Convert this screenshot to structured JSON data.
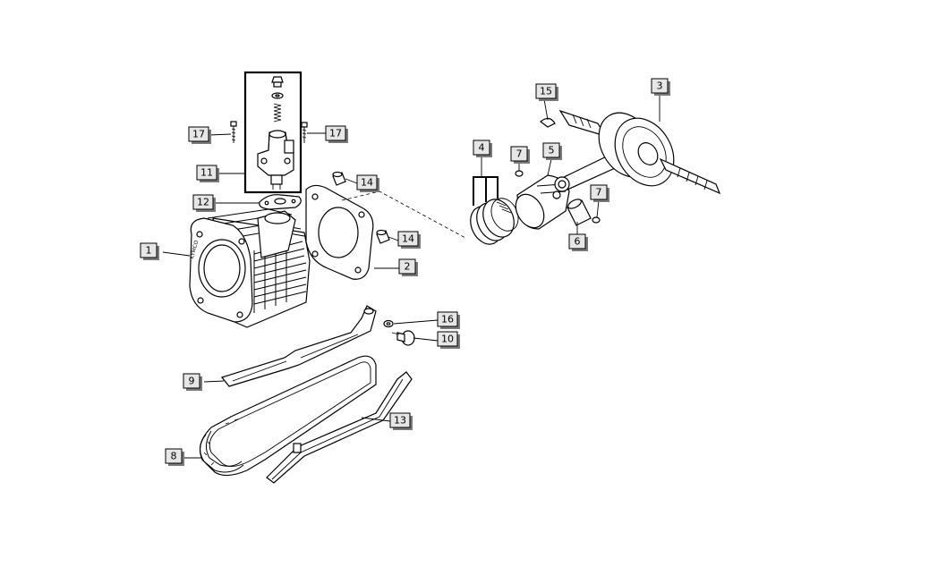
{
  "parts": [
    {
      "id": "1",
      "name": "cylinder",
      "label": "1"
    },
    {
      "id": "2",
      "name": "cylinder-gasket",
      "label": "2"
    },
    {
      "id": "3",
      "name": "crankshaft",
      "label": "3"
    },
    {
      "id": "4",
      "name": "piston-ring-set",
      "label": "4"
    },
    {
      "id": "5",
      "name": "piston",
      "label": "5"
    },
    {
      "id": "6",
      "name": "piston-pin",
      "label": "6"
    },
    {
      "id": "7a",
      "name": "piston-pin-clip",
      "label": "7"
    },
    {
      "id": "7b",
      "name": "piston-pin-clip",
      "label": "7"
    },
    {
      "id": "8",
      "name": "cam-chain",
      "label": "8"
    },
    {
      "id": "9",
      "name": "tensioner-slider",
      "label": "9"
    },
    {
      "id": "10",
      "name": "tensioner-pivot-bolt",
      "label": "10"
    },
    {
      "id": "11",
      "name": "cam-chain-tensioner",
      "label": "11"
    },
    {
      "id": "12",
      "name": "tensioner-gasket",
      "label": "12"
    },
    {
      "id": "13",
      "name": "chain-guide",
      "label": "13"
    },
    {
      "id": "14a",
      "name": "dowel-pin",
      "label": "14"
    },
    {
      "id": "14b",
      "name": "dowel-pin",
      "label": "14"
    },
    {
      "id": "15",
      "name": "woodruff-key",
      "label": "15"
    },
    {
      "id": "16",
      "name": "washer",
      "label": "16"
    },
    {
      "id": "17a",
      "name": "tensioner-bolt",
      "label": "17"
    },
    {
      "id": "17b",
      "name": "tensioner-bolt",
      "label": "17"
    }
  ],
  "cylinder_marking": "KYMCO"
}
